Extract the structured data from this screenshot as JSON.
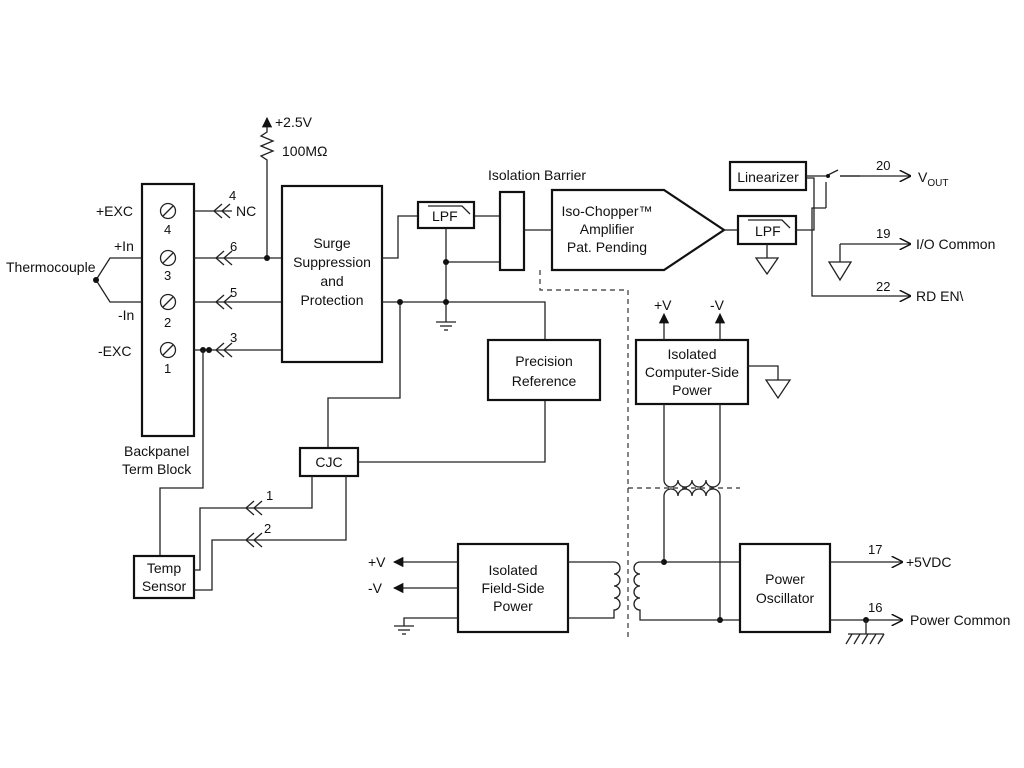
{
  "labels": {
    "supply_2v5": "+2.5V",
    "resistor": "100MΩ",
    "thermocouple": "Thermocouple",
    "exc_pos": "+EXC",
    "in_pos": "+In",
    "in_neg": "-In",
    "exc_neg": "-EXC",
    "nc": "NC",
    "term_4": "4",
    "term_3": "3",
    "term_2": "2",
    "term_1": "1",
    "pin_4": "4",
    "pin_6": "6",
    "pin_5": "5",
    "pin_3": "3",
    "pin_1": "1",
    "pin_2": "2",
    "backpanel_1": "Backpanel",
    "backpanel_2": "Term Block",
    "surge_1": "Surge",
    "surge_2": "Suppression",
    "surge_3": "and",
    "surge_4": "Protection",
    "lpf_left": "LPF",
    "lpf_right": "LPF",
    "isolation_barrier": "Isolation Barrier",
    "chopper_1": "Iso-Chopper™",
    "chopper_2": "Amplifier",
    "chopper_3": "Pat. Pending",
    "linearizer": "Linearizer",
    "pin_20": "20",
    "vout": "V",
    "vout_sub": "OUT",
    "pin_19": "19",
    "io_common": "I/O Common",
    "pin_22": "22",
    "rd_en": "RD EN\\",
    "precision_1": "Precision",
    "precision_2": "Reference",
    "cjc": "CJC",
    "temp_1": "Temp",
    "temp_2": "Sensor",
    "pv_top": "+V",
    "nv_top": "-V",
    "iso_comp_1": "Isolated",
    "iso_comp_2": "Computer-Side",
    "iso_comp_3": "Power",
    "field_pv": "+V",
    "field_nv": "-V",
    "iso_field_1": "Isolated",
    "iso_field_2": "Field-Side",
    "iso_field_3": "Power",
    "osc_1": "Power",
    "osc_2": "Oscillator",
    "pin_17": "17",
    "vdc5": "+5VDC",
    "pin_16": "16",
    "power_common": "Power Common"
  }
}
